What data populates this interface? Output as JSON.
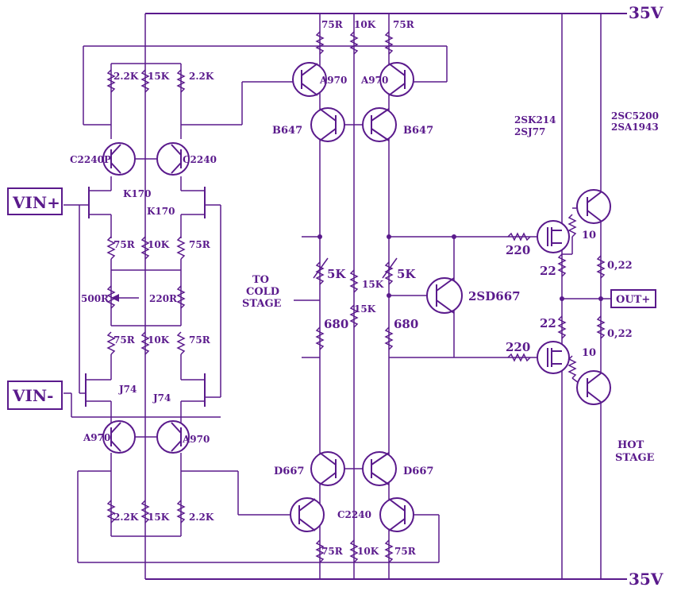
{
  "rail_top_label": "35V",
  "rail_bottom_label": "35V",
  "inputs": {
    "vin_plus": "VIN+",
    "vin_minus": "VIN-"
  },
  "output": {
    "label": "OUT+"
  },
  "notes": {
    "to_cold_stage": [
      "TO",
      "COLD",
      "STAGE"
    ],
    "hot_stage": [
      "HOT",
      "STAGE"
    ],
    "mosfets": [
      "2SK214",
      "2SJ77"
    ],
    "bjts": [
      "2SC5200",
      "2SA1943"
    ]
  },
  "transistors": {
    "c2240_left": "C2240P",
    "c2240_right": "C2240",
    "k170_left": "K170",
    "k170_right": "K170",
    "j74_left": "J74",
    "j74_right": "J74",
    "a970_bl": "A970",
    "a970_br": "A970",
    "a970_tl": "A970",
    "a970_tr": "A970",
    "b647_l": "B647",
    "b647_r": "B647",
    "d667_l": "D667",
    "d667_r": "D667",
    "c2240_bottom": "C2240",
    "vbe": "2SD667"
  },
  "resistors": {
    "r_2k2_tl": "2.2K",
    "r_15k_t": "15K",
    "r_2k2_tr": "2.2K",
    "r_75_k1": "75R",
    "r_10k_k": "10K",
    "r_75_k2": "75R",
    "r_600": "500R",
    "r_220": "220R",
    "r_75_j1": "75R",
    "r_10k_j": "10K",
    "r_75_j2": "75R",
    "r_2k2_bl": "2.2K",
    "r_15k_b": "15K",
    "r_2k2_br": "2.2K",
    "r_75_top1": "75R",
    "r_10k_top": "10K",
    "r_75_top2": "75R",
    "r_75_bot1": "75R",
    "r_10k_bot": "10K",
    "r_75_bot2": "75R",
    "pot_left": "5K",
    "pot_right": "5K",
    "r_15k_m1": "15K",
    "r_15k_m2": "15K",
    "r_680_l": "680",
    "r_680_r": "680",
    "gate_top": "220",
    "gate_bot": "220",
    "r_22_top": "22",
    "r_22_bot": "22",
    "r_10_top": "10",
    "r_10_bot": "10",
    "r_022_top": "0,22",
    "r_022_bot": "0,22"
  }
}
